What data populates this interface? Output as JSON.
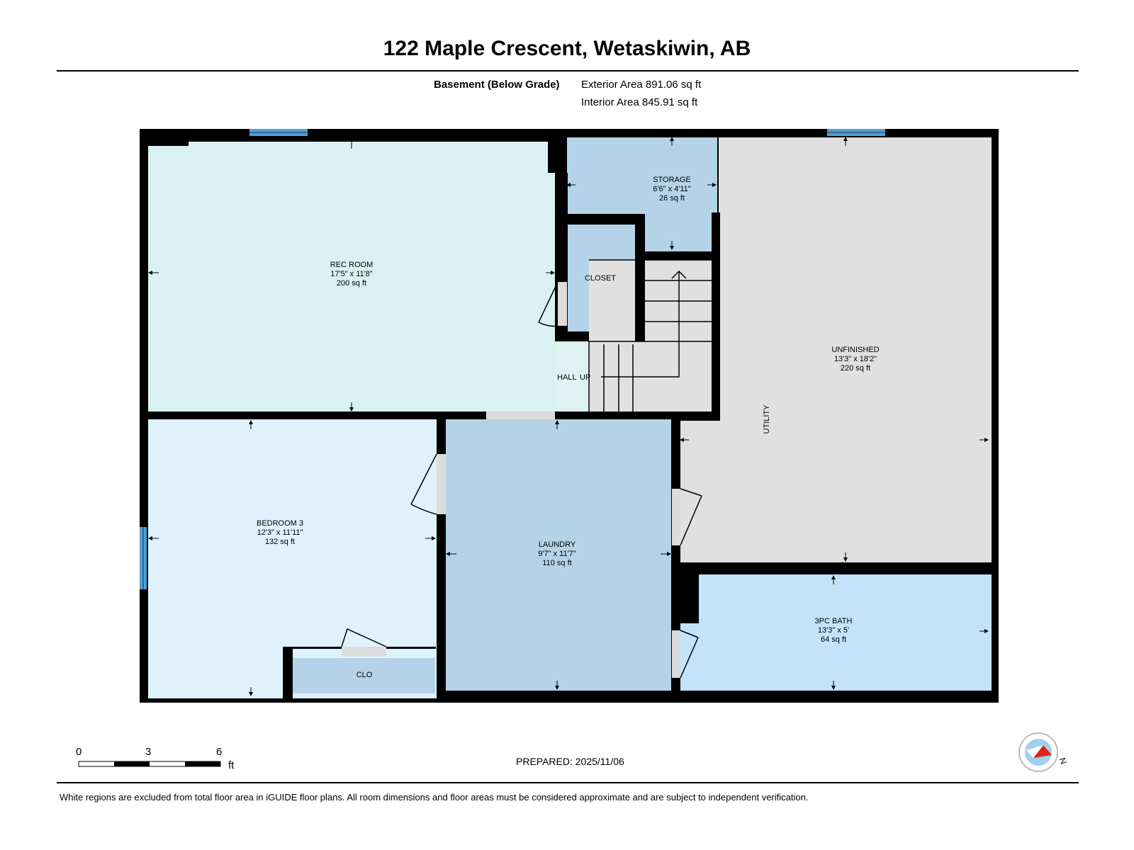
{
  "header": {
    "title": "122 Maple Crescent, Wetaskiwin, AB",
    "floor_label": "Basement (Below Grade)",
    "exterior_area": "Exterior Area 891.06 sq ft",
    "interior_area": "Interior Area 845.91 sq ft"
  },
  "rooms": {
    "rec_room": {
      "name": "REC ROOM",
      "dims": "17'5\" x 11'8\"",
      "area": "200 sq ft"
    },
    "storage": {
      "name": "STORAGE",
      "dims": "6'6\" x 4'11\"",
      "area": "26 sq ft"
    },
    "closet": {
      "name": "CLOSET"
    },
    "hall": {
      "name": "HALL"
    },
    "stairs": {
      "label": "UP"
    },
    "unfinished": {
      "name": "UNFINISHED",
      "dims": "13'3\" x 18'2\"",
      "area": "220 sq ft"
    },
    "utility": {
      "name": "UTILITY"
    },
    "bedroom3": {
      "name": "BEDROOM 3",
      "dims": "12'3\" x 11'11\"",
      "area": "132 sq ft"
    },
    "laundry": {
      "name": "LAUNDRY",
      "dims": "9'7\" x 11'7\"",
      "area": "110 sq ft"
    },
    "bath": {
      "name": "3PC BATH",
      "dims": "13'3\" x 5'",
      "area": "64 sq ft"
    },
    "clo": {
      "name": "CLO"
    }
  },
  "scale": {
    "ticks": [
      "0",
      "3",
      "6"
    ],
    "unit": "ft"
  },
  "compass": {
    "label": "N"
  },
  "prepared": "PREPARED: 2025/11/06",
  "footnote": "White regions are excluded from total floor area in iGUIDE floor plans. All room dimensions and floor areas must be considered approximate and are subject to independent verification.",
  "colors": {
    "wall": "#000000",
    "rec_room": "#d9f1f2",
    "bedroom": "#dff2fc",
    "laundry": "#b5d3e8",
    "storage": "#b5d3e8",
    "unfinished": "#e0e0e0",
    "bath": "#c2e3f9",
    "window": "#4f9fd6",
    "compass_arrow": "#e0231d"
  }
}
